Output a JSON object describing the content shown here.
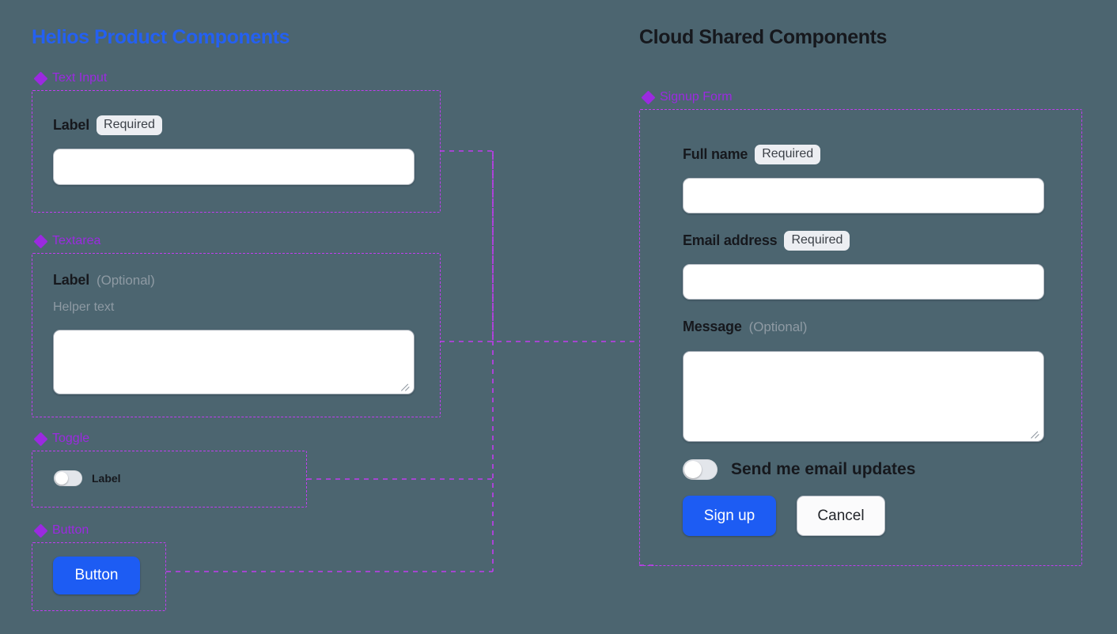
{
  "colors": {
    "canvas": "#4c6570",
    "helios_title": "#2460f2",
    "cloud_title": "#16181d",
    "section_accent": "#9b2ae0",
    "region_border": "#c13df0",
    "primary_button": "#1d5cf3"
  },
  "columns": {
    "left": {
      "title": "Helios Product Components",
      "sections": [
        {
          "icon": "diamond-icon",
          "label": "Text Input"
        },
        {
          "icon": "diamond-icon",
          "label": "Textarea"
        },
        {
          "icon": "diamond-icon",
          "label": "Toggle"
        },
        {
          "icon": "diamond-icon",
          "label": "Button"
        }
      ]
    },
    "right": {
      "title": "Cloud Shared Components",
      "sections": [
        {
          "icon": "diamond-icon",
          "label": "Signup Form"
        }
      ]
    }
  },
  "text_input_demo": {
    "label": "Label",
    "badge": "Required",
    "value": "",
    "placeholder": ""
  },
  "textarea_demo": {
    "label": "Label",
    "optional": "(Optional)",
    "helper": "Helper text",
    "value": "",
    "placeholder": ""
  },
  "toggle_demo": {
    "label": "Label",
    "checked": false
  },
  "button_demo": {
    "label": "Button"
  },
  "signup_form": {
    "fields": [
      {
        "label": "Full name",
        "badge": "Required",
        "value": "",
        "placeholder": ""
      },
      {
        "label": "Email address",
        "badge": "Required",
        "value": "",
        "placeholder": ""
      },
      {
        "label": "Message",
        "badge": "(Optional)",
        "value": "",
        "placeholder": ""
      }
    ],
    "toggle": {
      "label": "Send me email updates",
      "checked": false
    },
    "submit_label": "Sign up",
    "cancel_label": "Cancel"
  }
}
